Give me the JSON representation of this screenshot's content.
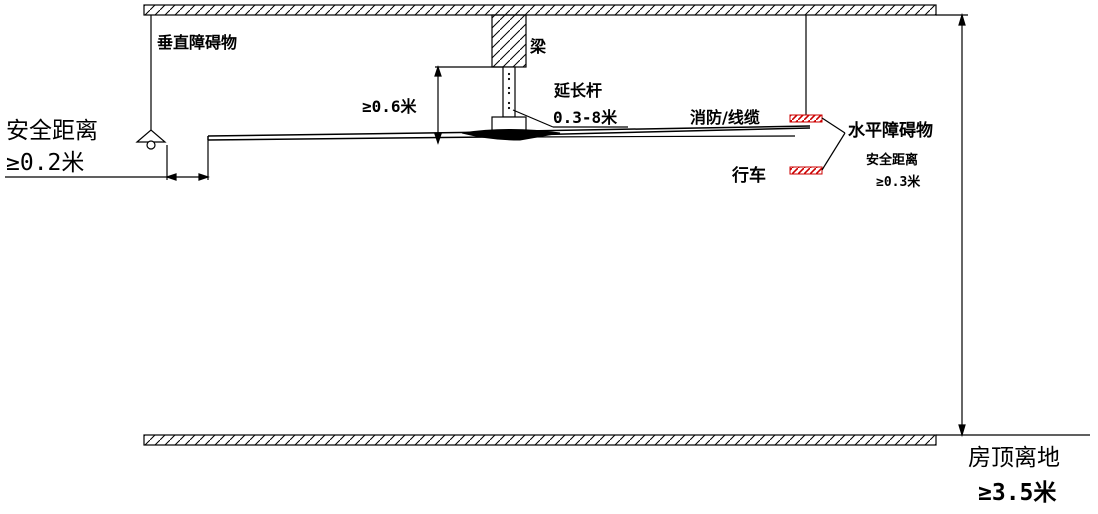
{
  "labels": {
    "vertical_obstacle": "垂直障碍物",
    "beam": "梁",
    "extension_rod": "延长杆",
    "extension_range": "0.3-8米",
    "min_gap_06": "≥0.6米",
    "fire_cable": "消防/线缆",
    "horizontal_obstacle": "水平障碍物",
    "safe_distance_right": "安全距离",
    "min_gap_03": "≥0.3米",
    "crane": "行车",
    "safe_distance_left": "安全距离",
    "min_gap_02": "≥0.2米",
    "room_height": "房顶离地",
    "min_height_35": "≥3.5米"
  },
  "colors": {
    "line": "#000000",
    "obstacle_marker": "#cc0000"
  }
}
